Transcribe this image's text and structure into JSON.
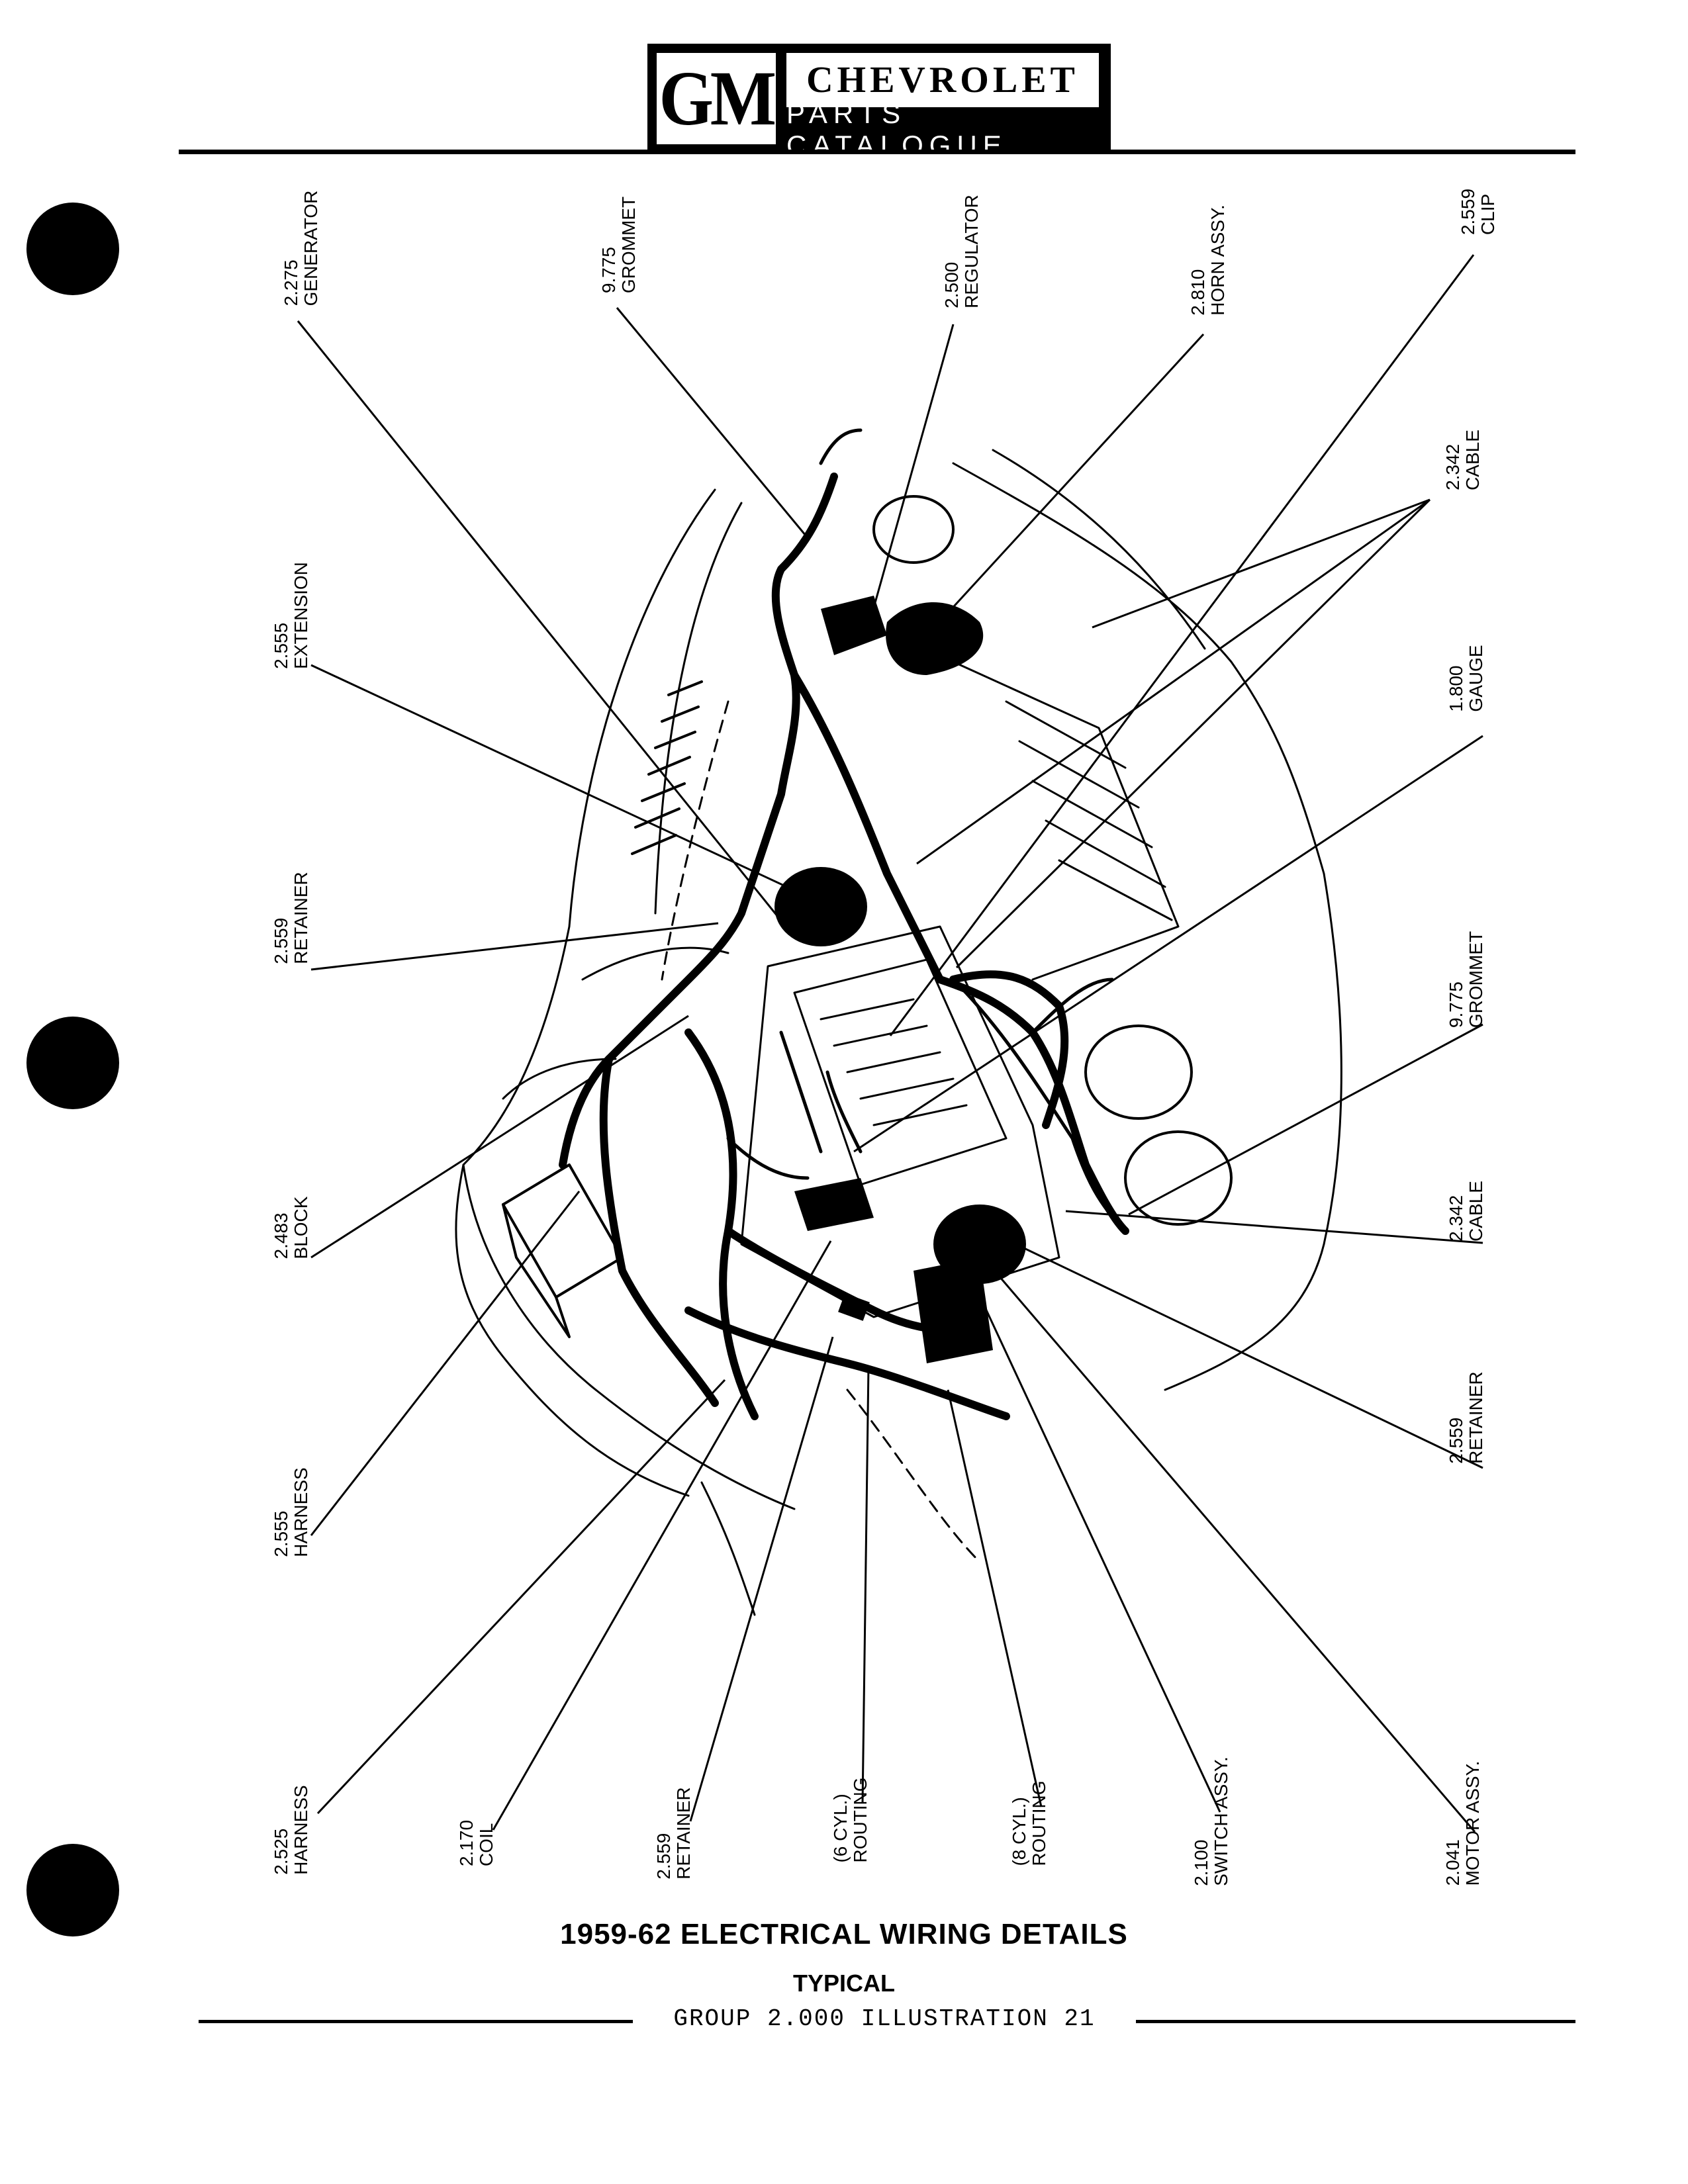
{
  "header": {
    "logo_text": "GM",
    "brand": "CHEVROLET",
    "subtitle": "PARTS CATALOGUE"
  },
  "callouts": {
    "top": [
      {
        "number": "2.275",
        "name": "GENERATOR"
      },
      {
        "number": "9.775",
        "name": "GROMMET"
      },
      {
        "number": "2.500",
        "name": "REGULATOR"
      },
      {
        "number": "2.810",
        "name": "HORN ASSY."
      },
      {
        "number": "2.559",
        "name": "CLIP"
      }
    ],
    "left": [
      {
        "number": "2.555",
        "name": "EXTENSION"
      },
      {
        "number": "2.559",
        "name": "RETAINER"
      },
      {
        "number": "2.483",
        "name": "BLOCK"
      },
      {
        "number": "2.555",
        "name": "HARNESS"
      }
    ],
    "right": [
      {
        "number": "2.342",
        "name": "CABLE"
      },
      {
        "number": "1.800",
        "name": "GAUGE"
      },
      {
        "number": "9.775",
        "name": "GROMMET"
      },
      {
        "number": "2.342",
        "name": "CABLE"
      },
      {
        "number": "2.559",
        "name": "RETAINER"
      }
    ],
    "bottom": [
      {
        "number": "2.525",
        "name": "HARNESS"
      },
      {
        "number": "2.170",
        "name": "COIL"
      },
      {
        "number": "2.559",
        "name": "RETAINER"
      },
      {
        "number": "(6 CYL.)",
        "name": "ROUTING"
      },
      {
        "number": "(8 CYL.)",
        "name": "ROUTING"
      },
      {
        "number": "2.100",
        "name": "SWITCH ASSY."
      },
      {
        "number": "2.041",
        "name": "MOTOR ASSY."
      }
    ]
  },
  "caption": {
    "title": "1959-62 ELECTRICAL WIRING DETAILS",
    "subtitle": "TYPICAL",
    "footer": "GROUP 2.000 ILLUSTRATION 21"
  }
}
